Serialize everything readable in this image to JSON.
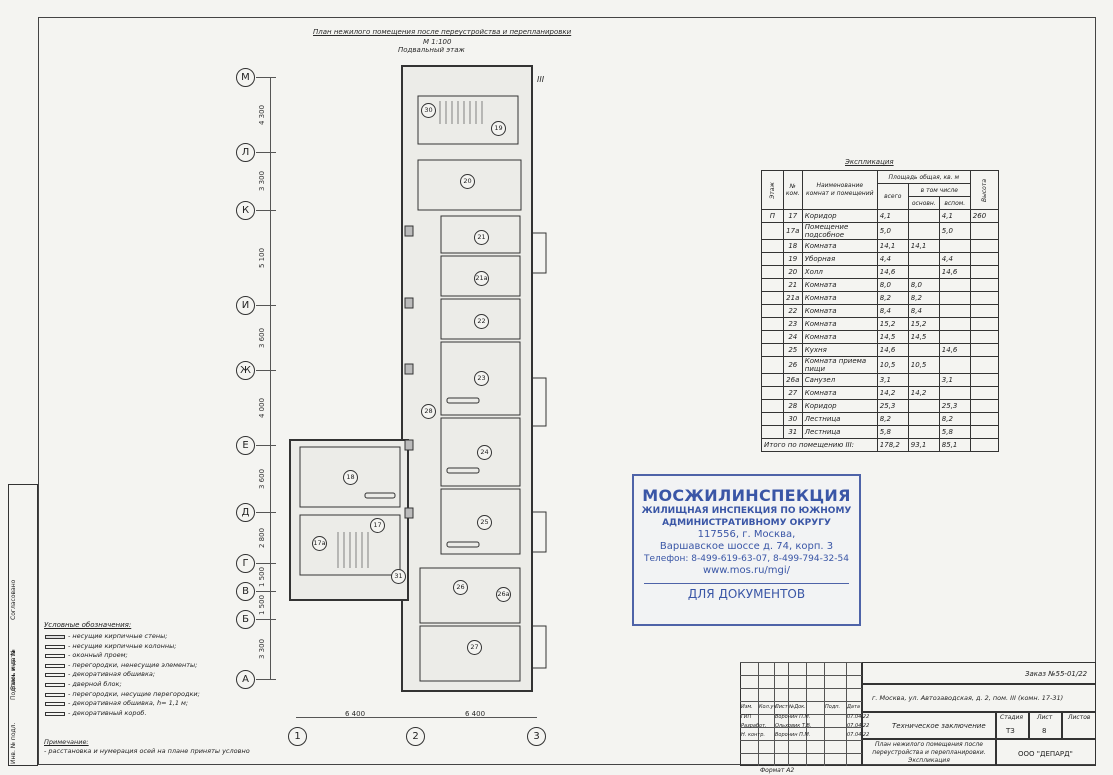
{
  "header": {
    "title": "План нежилого помещения после переустройства и перепланировки",
    "scale": "М 1:100",
    "floor": "Подвальный этаж",
    "roman": "III"
  },
  "axes": {
    "rows": [
      "М",
      "Л",
      "К",
      "И",
      "Ж",
      "Е",
      "Д",
      "Г",
      "В",
      "Б",
      "А"
    ],
    "cols": [
      "1",
      "2",
      "3"
    ],
    "row_dims": [
      "4 300",
      "3 300",
      "5 100",
      "3 600",
      "4 000",
      "3 600",
      "2 800",
      "1 500",
      "1 500",
      "3 300"
    ],
    "col_dims": [
      "6 400",
      "6 400"
    ]
  },
  "rooms": [
    "30",
    "19",
    "20",
    "21",
    "21а",
    "22",
    "23",
    "24",
    "25",
    "18",
    "17",
    "17а",
    "31",
    "26",
    "26а",
    "27",
    "28"
  ],
  "explication": {
    "title": "Экспликация",
    "head_floor": "Этаж",
    "head_num": "№ ком.",
    "head_name": "Наименование комнат и помещений",
    "head_area": "Площадь общая, кв. м",
    "head_total": "всего",
    "head_incl": "в том числе",
    "head_main": "основн.",
    "head_aux": "вспом.",
    "head_height": "Высота",
    "floor_value": "П",
    "height_value": "260",
    "rows": [
      {
        "num": "17",
        "name": "Коридор",
        "total": "4,1",
        "main": "",
        "aux": "4,1"
      },
      {
        "num": "17а",
        "name": "Помещение подсобное",
        "total": "5,0",
        "main": "",
        "aux": "5,0"
      },
      {
        "num": "18",
        "name": "Комната",
        "total": "14,1",
        "main": "14,1",
        "aux": ""
      },
      {
        "num": "19",
        "name": "Уборная",
        "total": "4,4",
        "main": "",
        "aux": "4,4"
      },
      {
        "num": "20",
        "name": "Холл",
        "total": "14,6",
        "main": "",
        "aux": "14,6"
      },
      {
        "num": "21",
        "name": "Комната",
        "total": "8,0",
        "main": "8,0",
        "aux": ""
      },
      {
        "num": "21а",
        "name": "Комната",
        "total": "8,2",
        "main": "8,2",
        "aux": ""
      },
      {
        "num": "22",
        "name": "Комната",
        "total": "8,4",
        "main": "8,4",
        "aux": ""
      },
      {
        "num": "23",
        "name": "Комната",
        "total": "15,2",
        "main": "15,2",
        "aux": ""
      },
      {
        "num": "24",
        "name": "Комната",
        "total": "14,5",
        "main": "14,5",
        "aux": ""
      },
      {
        "num": "25",
        "name": "Кухня",
        "total": "14,6",
        "main": "",
        "aux": "14,6"
      },
      {
        "num": "26",
        "name": "Комната приема пищи",
        "total": "10,5",
        "main": "10,5",
        "aux": ""
      },
      {
        "num": "26а",
        "name": "Санузел",
        "total": "3,1",
        "main": "",
        "aux": "3,1"
      },
      {
        "num": "27",
        "name": "Комната",
        "total": "14,2",
        "main": "14,2",
        "aux": ""
      },
      {
        "num": "28",
        "name": "Коридор",
        "total": "25,3",
        "main": "",
        "aux": "25,3"
      },
      {
        "num": "30",
        "name": "Лестница",
        "total": "8,2",
        "main": "",
        "aux": "8,2"
      },
      {
        "num": "31",
        "name": "Лестница",
        "total": "5,8",
        "main": "",
        "aux": "5,8"
      }
    ],
    "footer_label": "Итого по помещению III:",
    "footer_total": "178,2",
    "footer_main": "93,1",
    "footer_aux": "85,1"
  },
  "stamp": {
    "org": "МОСЖИЛИНСПЕКЦИЯ",
    "line1": "ЖИЛИЩНАЯ ИНСПЕКЦИЯ ПО ЮЖНОМУ",
    "line2": "АДМИНИСТРАТИВНОМУ ОКРУГУ",
    "addr1": "117556, г. Москва,",
    "addr2": "Варшавское шоссе д. 74, корп. 3",
    "phone": "Телефон: 8-499-619-63-07, 8-499-794-32-54",
    "web": "www.mos.ru/mgi/",
    "purpose": "ДЛЯ ДОКУМЕНТОВ"
  },
  "legend": {
    "title": "Условные обозначения:",
    "items": [
      "- несущие кирпичные стены;",
      "- несущие кирпичные колонны;",
      "- оконный проем;",
      "- перегородки, ненесущие элементы;",
      "- декоративная обшивка;",
      "- дверной блок;",
      "- перегородки, несущие перегородки;",
      "- декоративная обшивка, h= 1,1 м;",
      "- декоративный короб."
    ],
    "note_title": "Примечание:",
    "note": "- расстановка и нумерация осей на плане приняты условно"
  },
  "side_stamp": {
    "labels": [
      "Согласовано",
      "Взам. инв. №",
      "Подпись и дата",
      "Инв. № подл."
    ]
  },
  "title_block": {
    "order": "Заказ №55-01/22",
    "address": "г. Москва, ул. Автозаводская, д. 2, пом. III (комн. 17-31)",
    "doc": "Техническое заключение",
    "sheet_title": "План нежилого помещения после переустройства и перепланировки. Экспликация",
    "company": "ООО \"ДЕПАРД\"",
    "stage_label": "Стадия",
    "sheet_label": "Лист",
    "sheets_label": "Листов",
    "stage": "ТЗ",
    "sheet": "8",
    "sheets": "",
    "cols": [
      "Изм.",
      "Кол.уч.",
      "Лист",
      "№Док.",
      "Подп.",
      "Дата"
    ],
    "people": [
      {
        "role": "ГИП",
        "name": "Воронин П.М.",
        "date": "07.04.22"
      },
      {
        "role": "Разработ.",
        "name": "Ольховик Т.В.",
        "date": "07.04.22"
      },
      {
        "role": "Н. контр.",
        "name": "Воронин П.М.",
        "date": "07.04.22"
      }
    ],
    "format": "Формат А2"
  }
}
